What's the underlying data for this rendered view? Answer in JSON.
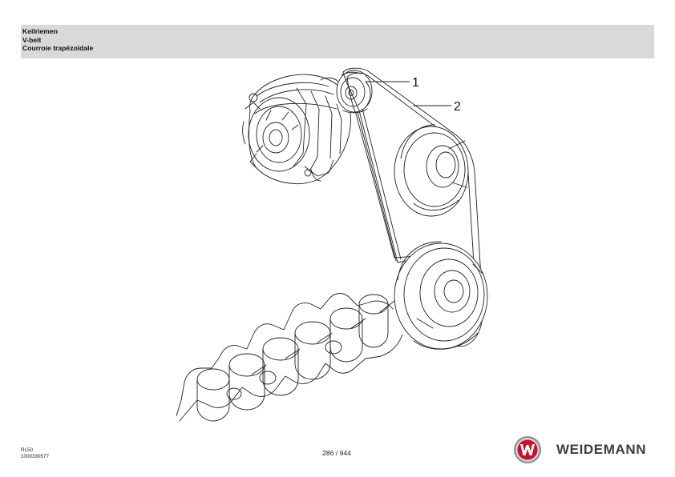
{
  "header": {
    "title_de": "Keilriemen",
    "title_en": "V-belt",
    "title_fr": "Courroie trapézoïdale"
  },
  "drawing": {
    "callouts": [
      {
        "label": "1"
      },
      {
        "label": "2"
      }
    ]
  },
  "footer": {
    "model": "RL50",
    "doc_number": "1000330577",
    "page": "286 / 944",
    "brand": "WEIDEMANN"
  },
  "colors": {
    "title_bar": "#d9d9d9",
    "brand_red": "#c8102e",
    "brand_grey": "#3d3d3d"
  },
  "icons": {
    "brand_logo": "weidemann-w-logo"
  }
}
